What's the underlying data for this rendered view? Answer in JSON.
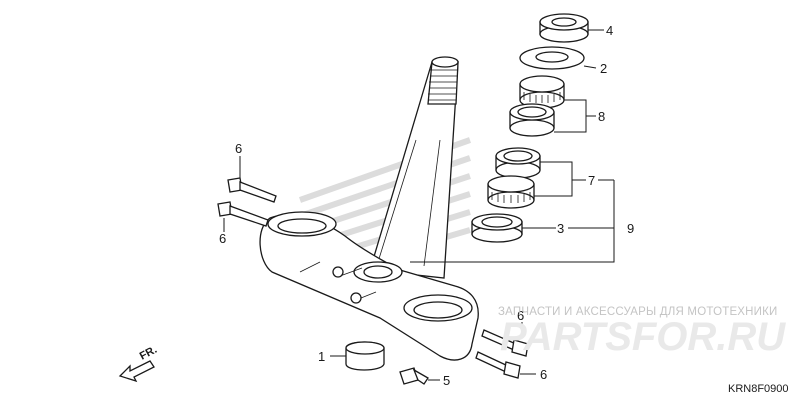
{
  "callouts": {
    "c1": "1",
    "c2": "2",
    "c3": "3",
    "c4": "4",
    "c5": "5",
    "c6a": "6",
    "c6b": "6",
    "c6c": "6",
    "c6d": "6",
    "c7": "7",
    "c8": "8",
    "c9": "9"
  },
  "watermark": {
    "caption": "ЗАПЧАСТИ И АКСЕССУАРЫ ДЛЯ МОТОТЕХНИКИ",
    "logo": "PARTSFOR.RU"
  },
  "direction_label": "FR.",
  "diagram_code": "KRN8F0900"
}
